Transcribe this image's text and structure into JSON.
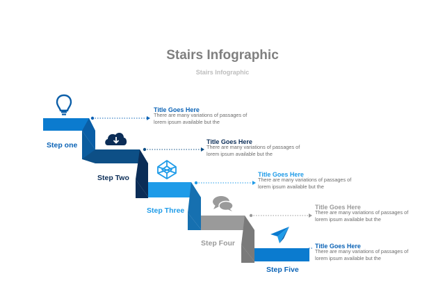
{
  "title": "Stairs Infographic",
  "subtitle": "Stairs Infographic",
  "colors": {
    "step1": "#0b7bcf",
    "step2": "#0d4f86",
    "step3": "#1e9be8",
    "step4": "#9a9a9a",
    "step5": "#0b7bcf",
    "label_blue": "#0b63b6",
    "label_navy": "#0b2d57",
    "label_sky": "#1e9be8",
    "label_gray": "#9a9a9a"
  },
  "steps": [
    {
      "label": "Step one",
      "icon": "lightbulb-icon",
      "title": "Title Goes Here",
      "body": "There are many variations of passages of lorem ipsum available but the"
    },
    {
      "label": "Step Two",
      "icon": "cloud-download-icon",
      "title": "Title Goes Here",
      "body": "There are many variations of passages of lorem ipsum available but the"
    },
    {
      "label": "Step Three",
      "icon": "codepen-cube-icon",
      "title": "Title Goes Here",
      "body": "There are many variations of passages of lorem ipsum available but the"
    },
    {
      "label": "Step Four",
      "icon": "chat-bubbles-icon",
      "title": "Title Goes Here",
      "body": "There are many variations of passages of lorem ipsum available but the"
    },
    {
      "label": "Step Five",
      "icon": "paper-plane-icon",
      "title": "Title Goes Here",
      "body": "There are many variations of passages of lorem ipsum available but the"
    }
  ]
}
